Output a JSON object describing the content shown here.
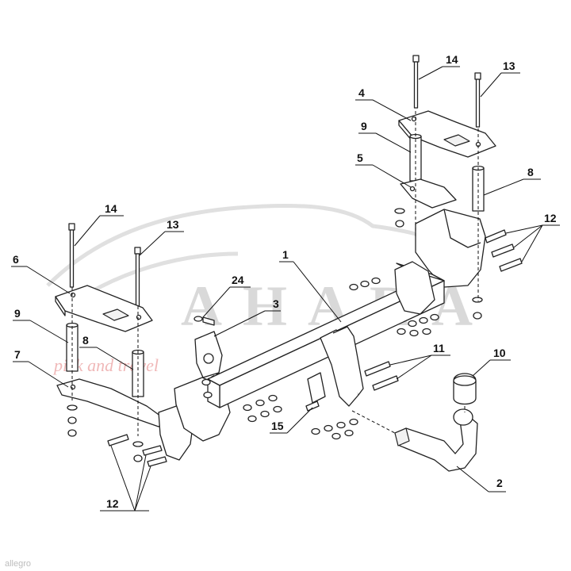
{
  "watermark": {
    "brand": "AHARA",
    "tagline": "pick and travel"
  },
  "footer": {
    "text": "allegro"
  },
  "callouts": {
    "c1": "1",
    "c2": "2",
    "c3": "3",
    "c4": "4",
    "c5": "5",
    "c6": "6",
    "c7": "7",
    "c8_right": "8",
    "c8_left": "8",
    "c9_right": "9",
    "c9_left": "9",
    "c10": "10",
    "c11": "11",
    "c12_right": "12",
    "c12_left": "12",
    "c13_right": "13",
    "c13_left": "13",
    "c14_right": "14",
    "c14_left": "14",
    "c15": "15",
    "c24": "24"
  }
}
